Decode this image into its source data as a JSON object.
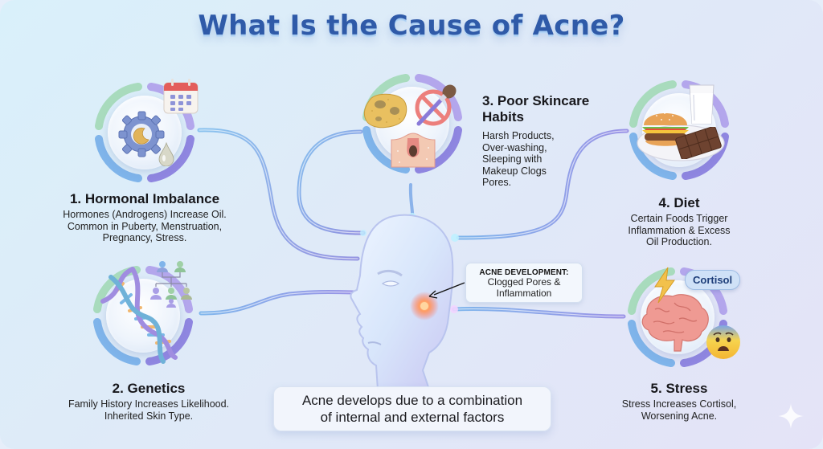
{
  "title": "What Is the Cause of Acne?",
  "colors": {
    "title": "#2f5aa8",
    "line_blue": "#7aaee8",
    "line_purple": "#8f8fe0",
    "ring_green": "#a7d9b8",
    "ring_blue": "#7fb2ec",
    "ring_purple": "#9a8fe6",
    "background_start": "#d9f0fa",
    "background_end": "#e4e3f7",
    "pimple": "#ff8a5c"
  },
  "causes": [
    {
      "number": 1,
      "heading": "1. Hormonal Imbalance",
      "description": [
        "Hormones (Androgens) Increase Oil.",
        "Common in Puberty, Menstruation,",
        "Pregnancy, Stress."
      ],
      "icons": [
        "gear-icon",
        "moon-icon",
        "oil-drop-icon",
        "calendar-icon"
      ]
    },
    {
      "number": 2,
      "heading": "2. Genetics",
      "description": [
        "Family History Increases Likelihood.",
        "Inherited Skin Type."
      ],
      "icons": [
        "dna-helix-icon",
        "family-tree-icon"
      ]
    },
    {
      "number": 3,
      "heading_lines": [
        "3. Poor Skincare",
        "Habits"
      ],
      "description": [
        "Harsh Products,",
        "Over-washing,",
        "Sleeping with",
        "Makeup Clogs",
        "Pores."
      ],
      "icons": [
        "dirty-sponge-icon",
        "no-makeup-brush-icon",
        "clogged-pore-icon"
      ]
    },
    {
      "number": 4,
      "heading": "4. Diet",
      "description": [
        "Certain Foods Trigger",
        "Inflammation & Excess",
        "Oil Production."
      ],
      "icons": [
        "burger-icon",
        "milk-glass-icon",
        "chocolate-bar-icon",
        "plate-icon"
      ]
    },
    {
      "number": 5,
      "heading": "5. Stress",
      "description": [
        "Stress Increases Cortisol,",
        "Worsening Acne."
      ],
      "icons": [
        "brain-icon",
        "lightning-icon",
        "anxious-face-icon"
      ],
      "bubble": "Cortisol"
    }
  ],
  "center": {
    "callout_title": "ACNE DEVELOPMENT:",
    "callout_lines": [
      "Clogged Pores &",
      "Inflammation"
    ],
    "figure": "head-profile-icon"
  },
  "summary": [
    "Acne develops due to a combination",
    "of internal and external factors"
  ],
  "watermark": "sparkle-icon"
}
